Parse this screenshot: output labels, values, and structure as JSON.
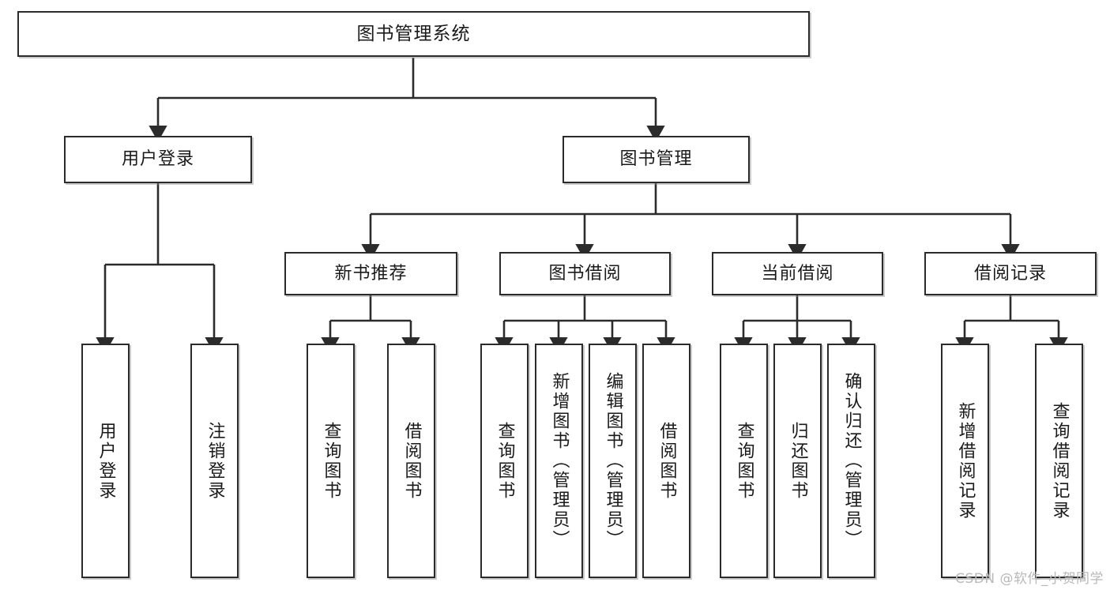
{
  "diagram": {
    "title": "图书管理系统",
    "type": "hierarchy-tree",
    "watermark": "CSDN @软件_小贺同学",
    "colors": {
      "background": "#ffffff",
      "node_border": "#2b2b2b",
      "node_fill": "#ffffff",
      "edge": "#2b2b2b",
      "text": "#1a1a1a",
      "watermark": "#b9b9b9"
    },
    "nodes": {
      "root": {
        "label": "图书管理系统"
      },
      "level1": [
        {
          "id": "user-login",
          "label": "用户登录"
        },
        {
          "id": "book-manage",
          "label": "图书管理"
        }
      ],
      "level2": [
        {
          "id": "new-book-recommend",
          "label": "新书推荐"
        },
        {
          "id": "book-borrow",
          "label": "图书借阅"
        },
        {
          "id": "current-borrow",
          "label": "当前借阅"
        },
        {
          "id": "borrow-record",
          "label": "借阅记录"
        }
      ],
      "leaves": [
        {
          "id": "leaf-user-login",
          "label": "用户登录",
          "parent": "user-login"
        },
        {
          "id": "leaf-user-logout",
          "label": "注销登录",
          "parent": "user-login"
        },
        {
          "id": "leaf-query-book-1",
          "label": "查询图书",
          "parent": "new-book-recommend"
        },
        {
          "id": "leaf-borrow-book-1",
          "label": "借阅图书",
          "parent": "new-book-recommend"
        },
        {
          "id": "leaf-query-book-2",
          "label": "查询图书",
          "parent": "book-borrow"
        },
        {
          "id": "leaf-add-book",
          "label": "新增图书（管理员）",
          "parent": "book-borrow"
        },
        {
          "id": "leaf-edit-book",
          "label": "编辑图书（管理员）",
          "parent": "book-borrow"
        },
        {
          "id": "leaf-borrow-book-2",
          "label": "借阅图书",
          "parent": "book-borrow"
        },
        {
          "id": "leaf-query-book-3",
          "label": "查询图书",
          "parent": "current-borrow"
        },
        {
          "id": "leaf-return-book",
          "label": "归还图书",
          "parent": "current-borrow"
        },
        {
          "id": "leaf-confirm-return",
          "label": "确认归还（管理员）",
          "parent": "current-borrow"
        },
        {
          "id": "leaf-add-record",
          "label": "新增借阅记录",
          "parent": "borrow-record"
        },
        {
          "id": "leaf-query-record",
          "label": "查询借阅记录",
          "parent": "borrow-record"
        }
      ]
    }
  }
}
